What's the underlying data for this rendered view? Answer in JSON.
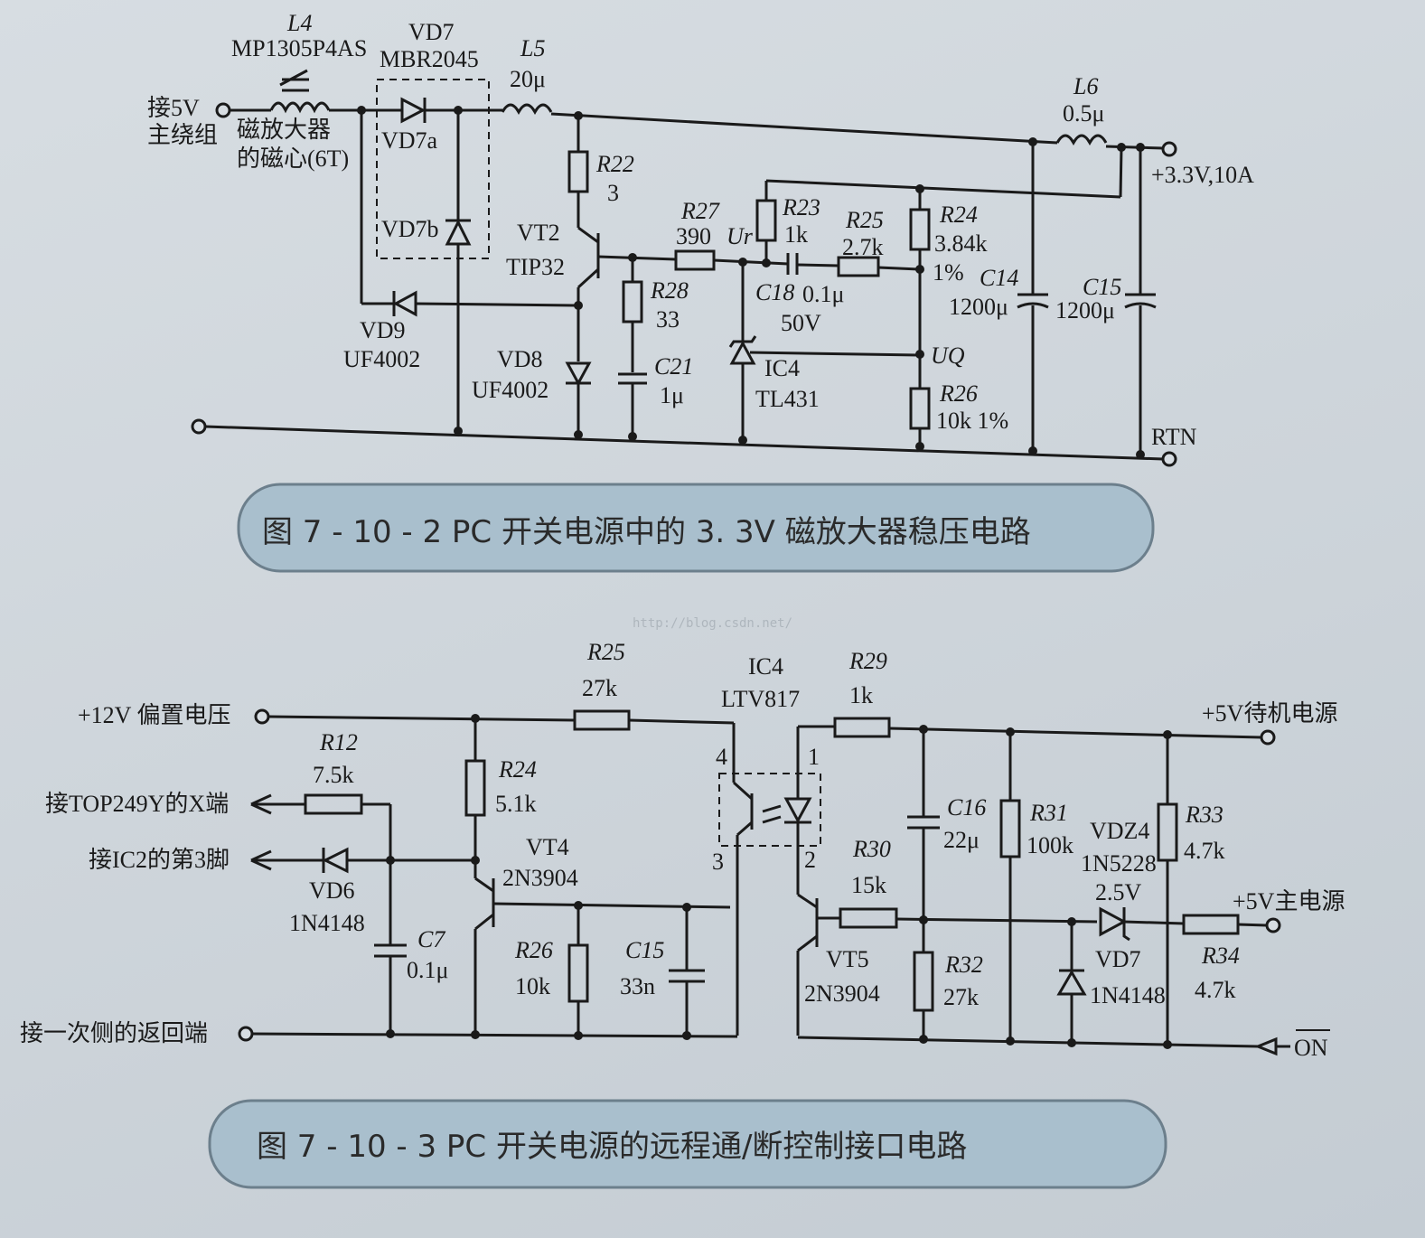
{
  "fig1": {
    "caption": "图 7 - 10 - 2   PC 开关电源中的 3. 3V 磁放大器稳压电路",
    "input_label_line1": "接5V",
    "input_label_line2": "主绕组",
    "l4_name": "L4",
    "l4_part": "MP1305P4AS",
    "core_line1": "磁放大器",
    "core_line2": "的磁心(6T)",
    "vd7_name": "VD7",
    "vd7_part": "MBR2045",
    "vd7a": "VD7a",
    "vd7b": "VD7b",
    "l5_name": "L5",
    "l5_val": "20μ",
    "l6_name": "L6",
    "l6_val": "0.5μ",
    "output_label": "+3.3V,10A",
    "r22_name": "R22",
    "r22_val": "3",
    "vt2_name": "VT2",
    "vt2_part": "TIP32",
    "r27_name": "R27",
    "r27_val": "390",
    "ur": "Ur",
    "r23_name": "R23",
    "r23_val": "1k",
    "r25_name": "R25",
    "r25_val": "2.7k",
    "r24_name": "R24",
    "r24_val": "3.84k",
    "r24_tol": "1%",
    "c14_name": "C14",
    "c14_val": "1200μ",
    "c15_name": "C15",
    "c15_val": "1200μ",
    "c18_name": "C18",
    "c18_val": "0.1μ",
    "c18_volt": "50V",
    "r28_name": "R28",
    "r28_val": "33",
    "vd9_name": "VD9",
    "vd9_part": "UF4002",
    "vd8_name": "VD8",
    "vd8_part": "UF4002",
    "c21_name": "C21",
    "c21_val": "1μ",
    "ic4_name": "IC4",
    "ic4_part": "TL431",
    "uq": "UQ",
    "r26_name": "R26",
    "r26_val": "10k 1%",
    "rtn": "RTN"
  },
  "fig2": {
    "caption": "图 7 - 10 - 3   PC 开关电源的远程通/断控制接口电路",
    "bias_label": "+12V 偏置电压",
    "x_label": "接TOP249Y的X端",
    "ic2_label": "接IC2的第3脚",
    "return_label": "接一次侧的返回端",
    "r25_name": "R25",
    "r25_val": "27k",
    "r12_name": "R12",
    "r12_val": "7.5k",
    "r24_name": "R24",
    "r24_val": "5.1k",
    "vt4_name": "VT4",
    "vt4_part": "2N3904",
    "vd6_name": "VD6",
    "vd6_part": "1N4148",
    "c7_name": "C7",
    "c7_val": "0.1μ",
    "r26_name": "R26",
    "r26_val": "10k",
    "c15_name": "C15",
    "c15_val": "33n",
    "ic4_name": "IC4",
    "ic4_part": "LTV817",
    "pin1": "1",
    "pin2": "2",
    "pin3": "3",
    "pin4": "4",
    "r29_name": "R29",
    "r29_val": "1k",
    "standby_label": "+5V待机电源",
    "c16_name": "C16",
    "c16_val": "22μ",
    "r31_name": "R31",
    "r31_val": "100k",
    "vdz4_name": "VDZ4",
    "vdz4_part": "1N5228",
    "vdz4_volt": "2.5V",
    "r33_name": "R33",
    "r33_val": "4.7k",
    "r30_name": "R30",
    "r30_val": "15k",
    "main_label": "+5V主电源",
    "vt5_name": "VT5",
    "vt5_part": "2N3904",
    "r32_name": "R32",
    "r32_val": "27k",
    "vd7_name": "VD7",
    "vd7_part": "1N4148",
    "r34_name": "R34",
    "r34_val": "4.7k",
    "on_label": "ON"
  },
  "watermark": "http://blog.csdn.net/"
}
